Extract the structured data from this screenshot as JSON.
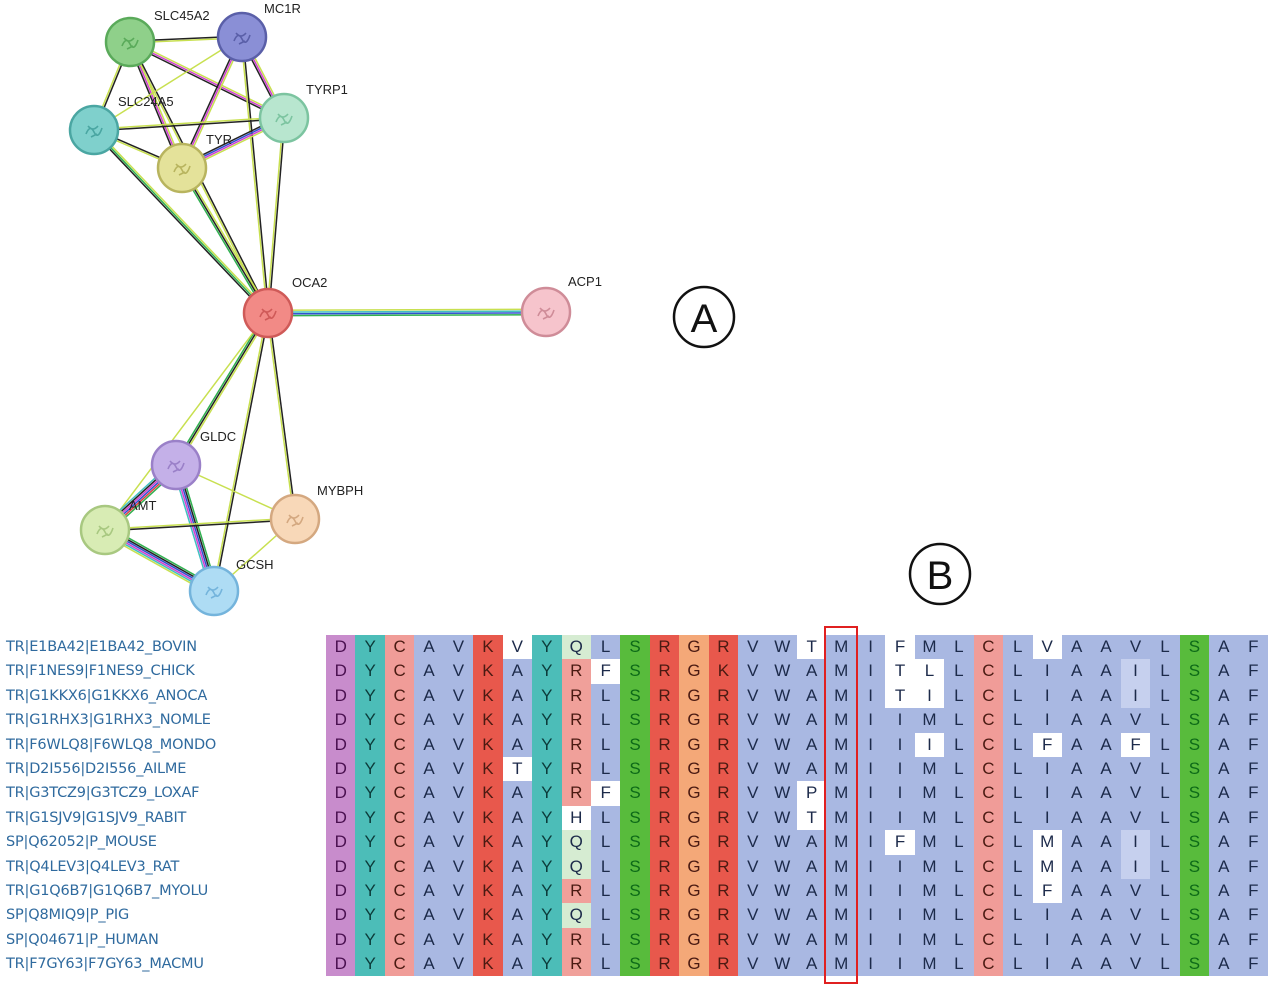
{
  "panels": {
    "a_label": "A",
    "b_label": "B"
  },
  "network": {
    "nodes": [
      {
        "id": "SLC45A2",
        "label": "SLC45A2",
        "color": "#8fd08a",
        "border": "#5aaa5a"
      },
      {
        "id": "MC1R",
        "label": "MC1R",
        "color": "#8a8fd6",
        "border": "#5a5fa8"
      },
      {
        "id": "TYRP1",
        "label": "TYRP1",
        "color": "#b8e6cf",
        "border": "#7cc4a0"
      },
      {
        "id": "SLC24A5",
        "label": "SLC24A5",
        "color": "#7fd0cc",
        "border": "#4aa6a2"
      },
      {
        "id": "TYR",
        "label": "TYR",
        "color": "#e4e29a",
        "border": "#b8b45e"
      },
      {
        "id": "OCA2",
        "label": "OCA2",
        "color": "#f28a86",
        "border": "#cf5a58"
      },
      {
        "id": "ACP1",
        "label": "ACP1",
        "color": "#f6c4cc",
        "border": "#cf8c98"
      },
      {
        "id": "GLDC",
        "label": "GLDC",
        "color": "#c4b0e8",
        "border": "#9a80c8"
      },
      {
        "id": "AMT",
        "label": "AMT",
        "color": "#d8ecb4",
        "border": "#a8c880"
      },
      {
        "id": "MYBPH",
        "label": "MYBPH",
        "color": "#f8d8b8",
        "border": "#d4a880"
      },
      {
        "id": "GCSH",
        "label": "GCSH",
        "color": "#aedcf4",
        "border": "#74b4dc"
      }
    ],
    "edges": [
      {
        "a": "SLC45A2",
        "b": "MC1R",
        "colors": [
          "#222",
          "#c8e050"
        ]
      },
      {
        "a": "SLC45A2",
        "b": "TYRP1",
        "colors": [
          "#c8e050",
          "#d040d0",
          "#222"
        ]
      },
      {
        "a": "SLC45A2",
        "b": "SLC24A5",
        "colors": [
          "#222",
          "#c8e050"
        ]
      },
      {
        "a": "SLC45A2",
        "b": "TYR",
        "colors": [
          "#c8e050",
          "#d040d0",
          "#222"
        ]
      },
      {
        "a": "SLC45A2",
        "b": "OCA2",
        "colors": [
          "#222",
          "#c8e050"
        ]
      },
      {
        "a": "MC1R",
        "b": "TYRP1",
        "colors": [
          "#c8e050",
          "#d040d0",
          "#222"
        ]
      },
      {
        "a": "MC1R",
        "b": "TYR",
        "colors": [
          "#c8e050",
          "#d040d0",
          "#222"
        ]
      },
      {
        "a": "MC1R",
        "b": "SLC24A5",
        "colors": [
          "#c8e050"
        ]
      },
      {
        "a": "MC1R",
        "b": "OCA2",
        "colors": [
          "#222",
          "#c8e050"
        ]
      },
      {
        "a": "TYRP1",
        "b": "TYR",
        "colors": [
          "#c8e050",
          "#d040d0",
          "#3050d0",
          "#222"
        ]
      },
      {
        "a": "TYRP1",
        "b": "SLC24A5",
        "colors": [
          "#222",
          "#c8e050"
        ]
      },
      {
        "a": "TYRP1",
        "b": "OCA2",
        "colors": [
          "#222",
          "#c8e050"
        ]
      },
      {
        "a": "SLC24A5",
        "b": "TYR",
        "colors": [
          "#222",
          "#c8e050"
        ]
      },
      {
        "a": "SLC24A5",
        "b": "OCA2",
        "colors": [
          "#c8e050",
          "#30b050",
          "#222"
        ]
      },
      {
        "a": "TYR",
        "b": "OCA2",
        "colors": [
          "#c8e050",
          "#222",
          "#30b050"
        ]
      },
      {
        "a": "OCA2",
        "b": "ACP1",
        "colors": [
          "#c8e050",
          "#40c0c0",
          "#3050d0",
          "#30b050"
        ]
      },
      {
        "a": "OCA2",
        "b": "GLDC",
        "colors": [
          "#c8e050",
          "#222",
          "#30b050"
        ]
      },
      {
        "a": "OCA2",
        "b": "AMT",
        "colors": [
          "#c8e050"
        ]
      },
      {
        "a": "OCA2",
        "b": "GCSH",
        "colors": [
          "#222",
          "#c8e050"
        ]
      },
      {
        "a": "OCA2",
        "b": "MYBPH",
        "colors": [
          "#222",
          "#c8e050"
        ]
      },
      {
        "a": "GLDC",
        "b": "AMT",
        "colors": [
          "#30b050",
          "#e04040",
          "#3050d0",
          "#d040d0",
          "#222",
          "#40c0c0"
        ]
      },
      {
        "a": "GLDC",
        "b": "GCSH",
        "colors": [
          "#30b050",
          "#222",
          "#3050d0",
          "#d040d0",
          "#40c0c0"
        ]
      },
      {
        "a": "GLDC",
        "b": "MYBPH",
        "colors": [
          "#c8e050"
        ]
      },
      {
        "a": "AMT",
        "b": "GCSH",
        "colors": [
          "#30b050",
          "#222",
          "#3050d0",
          "#d040d0",
          "#40c0c0",
          "#c8e050"
        ]
      },
      {
        "a": "AMT",
        "b": "MYBPH",
        "colors": [
          "#c8e050",
          "#222"
        ]
      },
      {
        "a": "GCSH",
        "b": "MYBPH",
        "colors": [
          "#c8e050"
        ]
      }
    ]
  },
  "alignment": {
    "highlight_column_residue": "M",
    "sequences": [
      {
        "name": "TR|E1BA42|E1BA42_BOVIN",
        "seq": "DYCAVKVYQLSRGRVWTMIFMLCLVAAVLSAF"
      },
      {
        "name": "TR|F1NES9|F1NES9_CHICK",
        "seq": "DYCAVKAYRFSRGKVWAMITLLCLIAAILSAF"
      },
      {
        "name": "TR|G1KKX6|G1KKX6_ANOCA",
        "seq": "DYCAVKAYRLSRGRVWAMITILCLIAAILSAF"
      },
      {
        "name": "TR|G1RHX3|G1RHX3_NOMLE",
        "seq": "DYCAVKAYRLSRGRVWAMIIMLCLIAAVLSAF"
      },
      {
        "name": "TR|F6WLQ8|F6WLQ8_MONDO",
        "seq": "DYCAVKAYRLSRGRVWAMIIILCLFAAFLSAF"
      },
      {
        "name": "TR|D2I556|D2I556_AILME",
        "seq": "DYCAVKTYRLSRGRVWAMIIMLCLIAAVLSAF"
      },
      {
        "name": "TR|G3TCZ9|G3TCZ9_LOXAF",
        "seq": "DYCAVKAYRFSRGRVWPMIIMLCLIAAVLSAF"
      },
      {
        "name": "TR|G1SJV9|G1SJV9_RABIT",
        "seq": "DYCAVKAYHLSRGRVWTMIIMLCLIAAVLSAF"
      },
      {
        "name": "SP|Q62052|P_MOUSE",
        "seq": "DYCAVKAYQLSRGRVWAMIFMLCLMAAILSAF"
      },
      {
        "name": "TR|Q4LEV3|Q4LEV3_RAT",
        "seq": "DYCAVKAYQLSRGRVWAMIIMLCLMAAILSAF"
      },
      {
        "name": "TR|G1Q6B7|G1Q6B7_MYOLU",
        "seq": "DYCAVKAYRLSRGRVWAMIIMLCLFAAVLSAF"
      },
      {
        "name": "SP|Q8MIQ9|P_PIG",
        "seq": "DYCAVKAYQLSRGRVWAMIIMLCLIAAVLSAF"
      },
      {
        "name": "SP|Q04671|P_HUMAN",
        "seq": "DYCAVKAYRLSRGRVWAMIIMLCLIAAVLSAF"
      },
      {
        "name": "TR|F7GY63|F7GY63_MACMU",
        "seq": "DYCAVKAYRLSRGRVWAMIIMLCLIAAVLSAF"
      }
    ],
    "colors": {
      "D": "#c88ccc",
      "Y": "#4cbdb8",
      "C": "#f09c98",
      "K": "#e8584c",
      "R_strong": "#e8584c",
      "S": "#58bb3c",
      "G": "#f4a878",
      "hydrophobic": "#a9b8e2",
      "hydrophobic_light": "#c6d0ee",
      "R_light": "#f0a09a",
      "Q": "#d6ecd2",
      "white": "#ffffff",
      "highlight": "#e02020"
    }
  }
}
